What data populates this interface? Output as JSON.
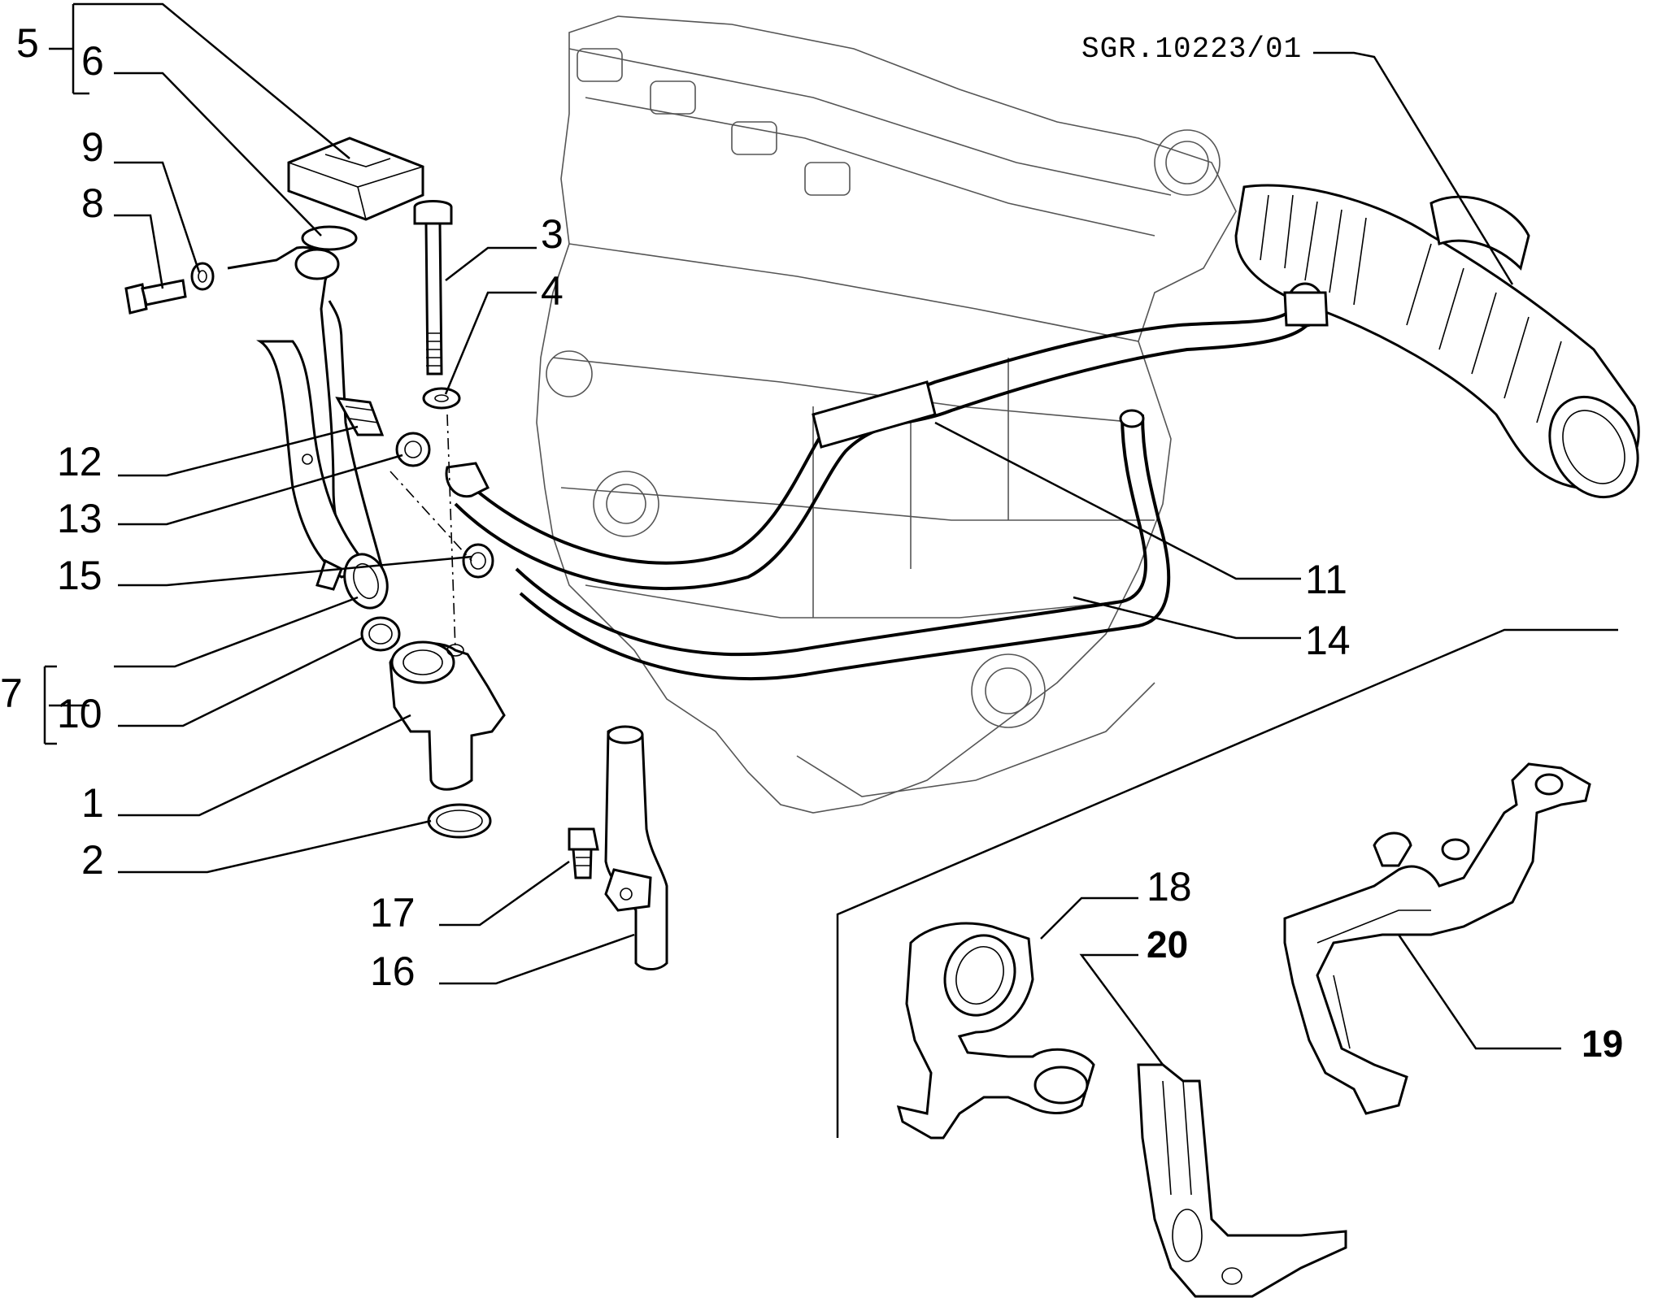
{
  "reference": "SGR.10223/01",
  "callouts": {
    "c1": "1",
    "c2": "2",
    "c3": "3",
    "c4": "4",
    "c5": "5",
    "c6": "6",
    "c7": "7",
    "c8": "8",
    "c9": "9",
    "c10": "10",
    "c11": "11",
    "c12": "12",
    "c13": "13",
    "c14": "14",
    "c15": "15",
    "c16": "16",
    "c17": "17",
    "c18": "18",
    "c19": "19",
    "c20": "20"
  },
  "colors": {
    "ink": "#000000",
    "background": "#ffffff",
    "engine_line": "#555555"
  }
}
